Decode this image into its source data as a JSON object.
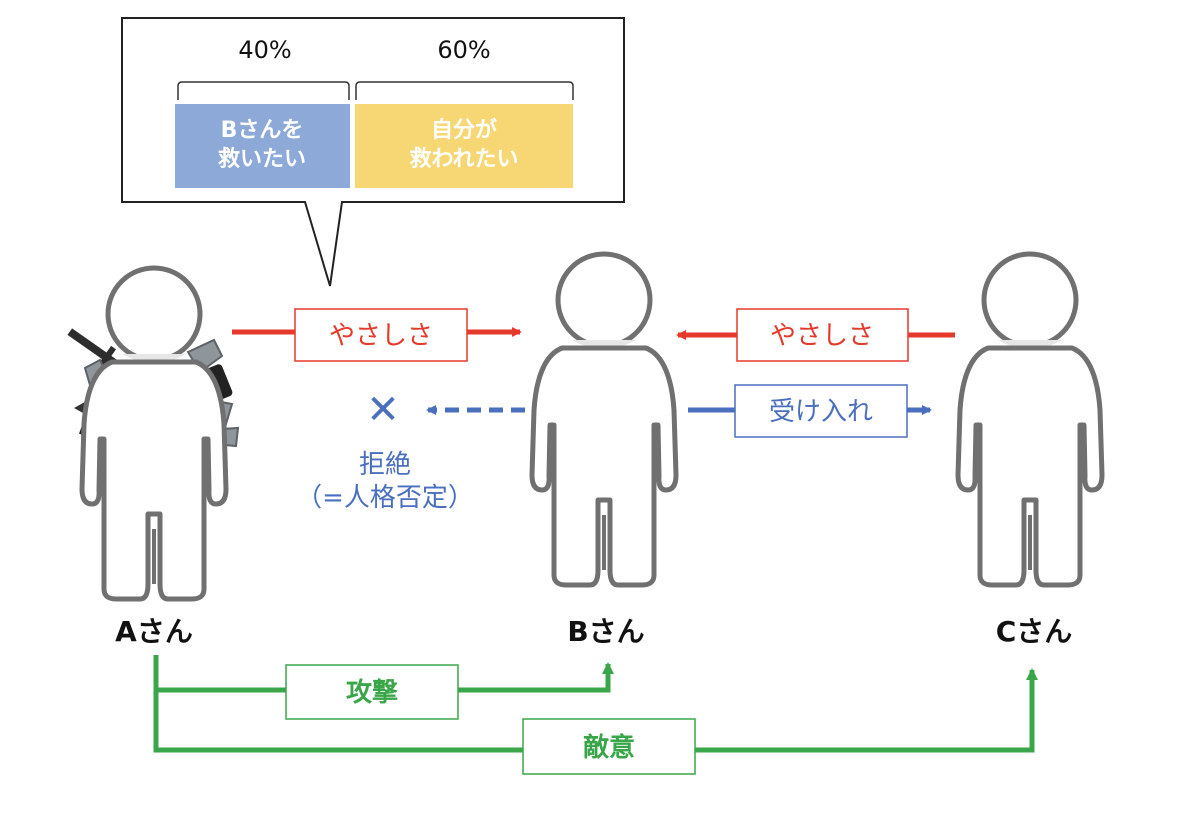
{
  "bubble": {
    "pct_left": "40%",
    "pct_right": "60%",
    "box_left": [
      "Bさんを",
      "救いたい"
    ],
    "box_right": [
      "自分が",
      "救われたい"
    ]
  },
  "persons": {
    "a": "Aさん",
    "b": "Bさん",
    "c": "Cさん"
  },
  "arrows": {
    "kindness_ab": "やさしさ",
    "kindness_cb": "やさしさ",
    "acceptance": "受け入れ",
    "reject_mark": "✕",
    "reject_line1": "拒絶",
    "reject_line2": "（=人格否定）",
    "attack": "攻撃",
    "hostility": "敵意"
  },
  "colors": {
    "red": "#e5392b",
    "blue": "#4a6fbe",
    "green": "#3aa64a",
    "box_blue": "#8da9d8",
    "box_yellow": "#f7d774",
    "outline": "#6f6f6f"
  }
}
